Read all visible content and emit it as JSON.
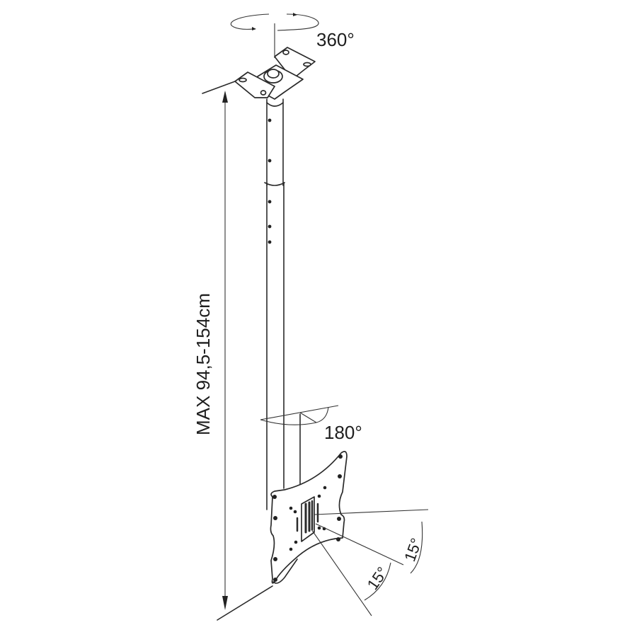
{
  "diagram": {
    "subject": "Ceiling TV mount",
    "labels": {
      "rotation_top": "360°",
      "swivel_bracket": "180°",
      "height_range": "MAX 94,5-154cm",
      "tilt_up": "15°",
      "tilt_down": "15°"
    },
    "colors": {
      "line": "#2a2a2a",
      "background": "#ffffff"
    }
  }
}
